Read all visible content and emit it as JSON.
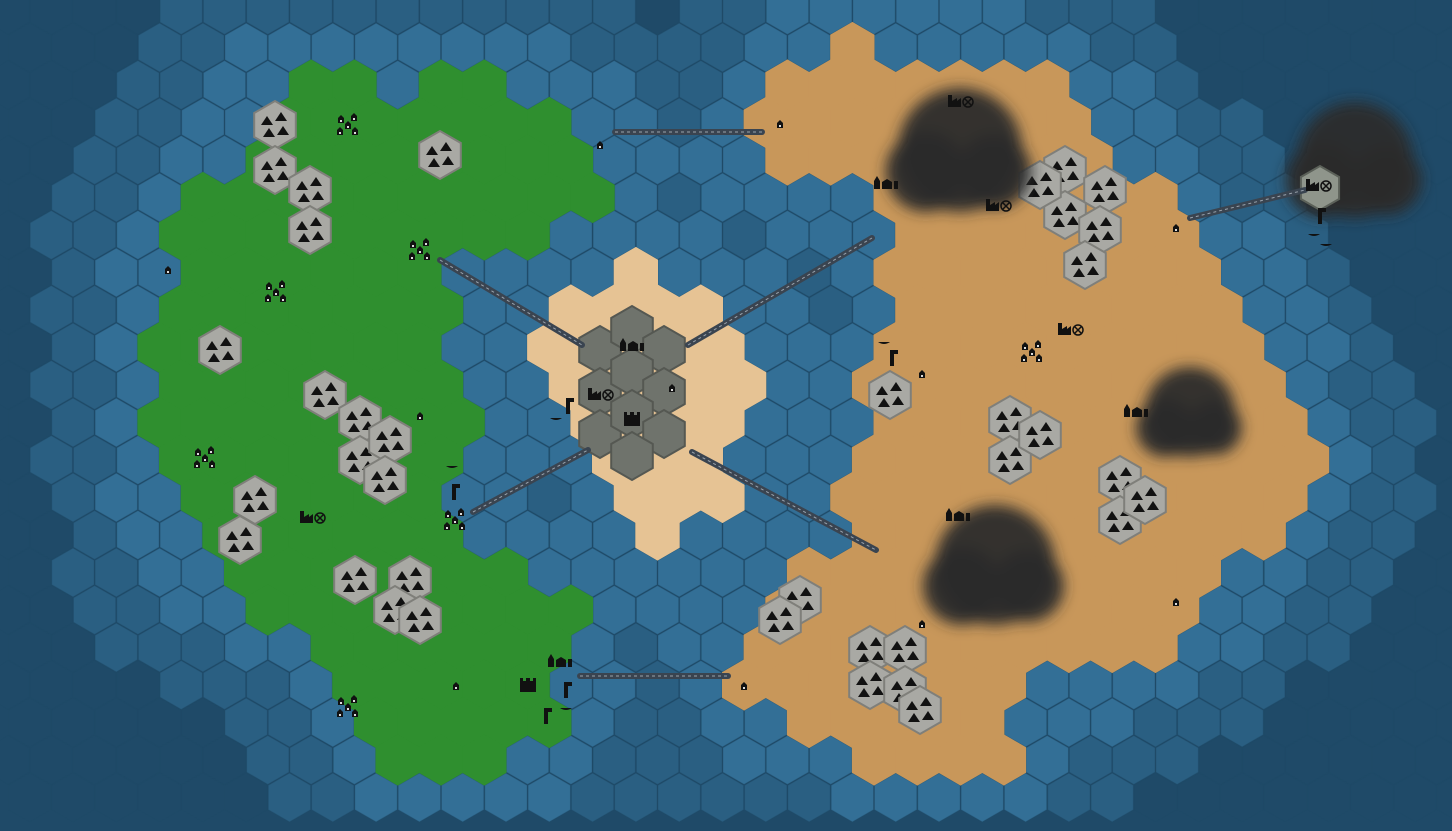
{
  "map": {
    "colors": {
      "deep_ocean": "#1f4a68",
      "shallow_ocean": "#2a5f82",
      "coast_water": "#336f96",
      "grassland": "#2f8f2f",
      "grassland_dark": "#237a23",
      "desert": "#c8975a",
      "desert_dark": "#b88446",
      "sand": "#e6c394",
      "mountain": "#a9a9a4",
      "mountain_edge": "#7f7f7a",
      "city": "#6f736c",
      "fog": "#2b2b2b",
      "road": "#3a4450",
      "icon": "#111111"
    },
    "regions": [
      {
        "name": "grassland-continent",
        "terrain": "grassland"
      },
      {
        "name": "central-island",
        "terrain": "sand"
      },
      {
        "name": "desert-continent",
        "terrain": "desert"
      },
      {
        "name": "northeast-islet",
        "terrain": "fog"
      }
    ],
    "icons": {
      "village": "village-icon",
      "house": "house-icon",
      "factory": "factory-icon",
      "castle": "castle-icon",
      "tower": "tower-icon",
      "camp": "camp-icon",
      "harbor": "harbor-icon",
      "boat": "boat-icon",
      "mountain": "mountain-icon"
    }
  }
}
